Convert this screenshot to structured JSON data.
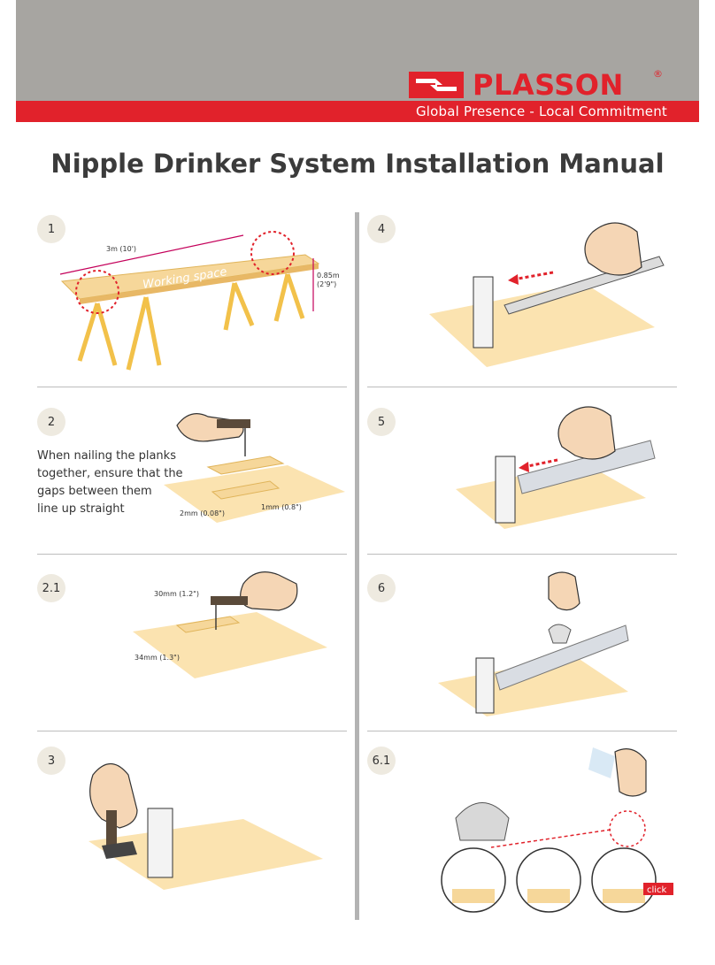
{
  "brand": {
    "name": "PLASSON",
    "registered": "®",
    "tagline": "Global Presence - Local Commitment",
    "red": "#e1222b",
    "grey": "#a7a5a1"
  },
  "title": "Nipple Drinker System Installation Manual",
  "steps": [
    {
      "number": "1",
      "labels": {
        "length": "3m (10')",
        "height": "0.85m",
        "height_in": "(2'9\")",
        "workspace": "Working space"
      }
    },
    {
      "number": "2",
      "note": [
        "When nailing the planks",
        "together, ensure that the",
        "gaps between them",
        "line up straight"
      ],
      "labels": {
        "gap_a": "2mm (0.08\")",
        "gap_b": "1mm (0.8\")"
      }
    },
    {
      "number": "2.1",
      "labels": {
        "depth": "30mm (1.2\")",
        "offset": "34mm (1.3\")"
      }
    },
    {
      "number": "3"
    },
    {
      "number": "4"
    },
    {
      "number": "5"
    },
    {
      "number": "6"
    },
    {
      "number": "6.1",
      "labels": {
        "click": "click"
      }
    }
  ]
}
